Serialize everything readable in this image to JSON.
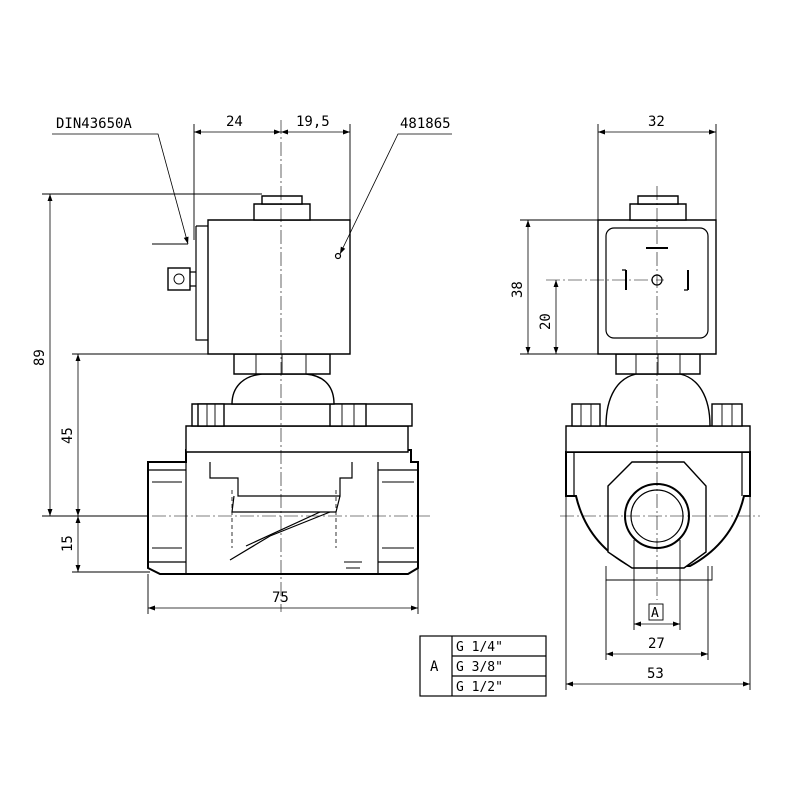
{
  "labels": {
    "connector_norm": "DIN43650A",
    "coil_code": "481865"
  },
  "dimensions": {
    "coil_width_left": "24",
    "coil_width_right": "19,5",
    "overall_height": "89",
    "body_height_upper": "45",
    "body_height_lower": "15",
    "body_length": "75",
    "coil_width_side": "32",
    "coil_height": "38",
    "connector_height": "20",
    "port_width": "27",
    "body_width_side": "53"
  },
  "port_table": {
    "key": "A",
    "port_label": "A",
    "rows": [
      "G 1/4\"",
      "G 3/8\"",
      "G 1/2\""
    ]
  }
}
